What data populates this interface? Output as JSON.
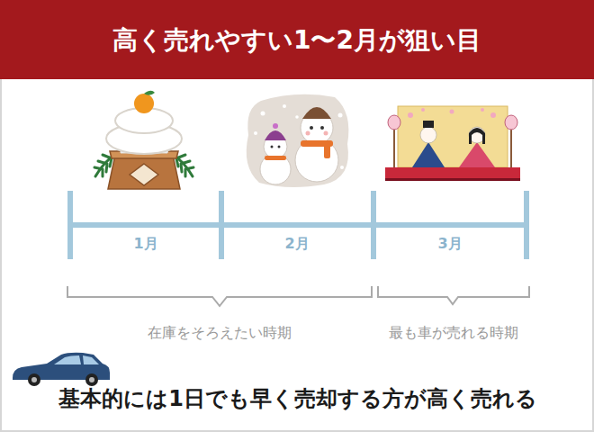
{
  "diagram": {
    "title": "高く売れやすい1〜2月が狙い目",
    "caption": "基本的には1日でも早く売却する方が高く売れる",
    "labels": [
      "1月",
      "2月",
      "3月",
      "在庫をそろえたい時期",
      "最も車が売れる時期"
    ]
  }
}
